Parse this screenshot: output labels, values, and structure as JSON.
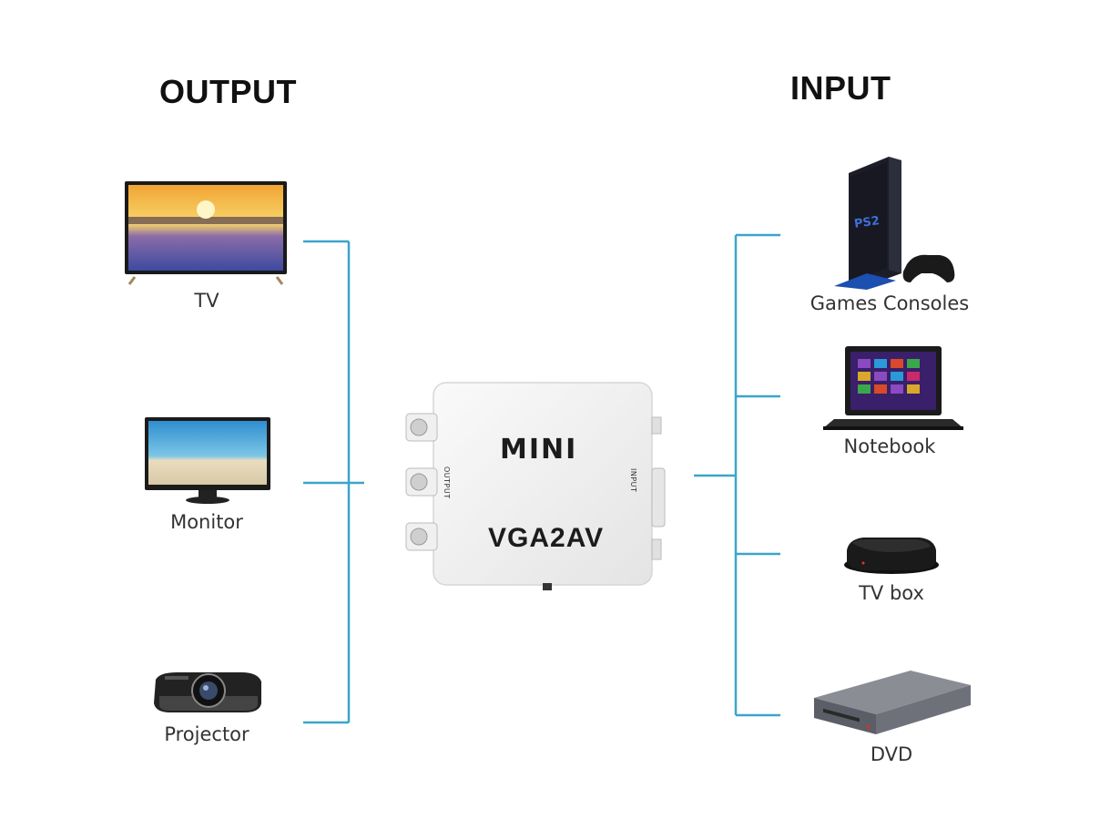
{
  "headings": {
    "output": "OUTPUT",
    "input": "INPUT"
  },
  "output_devices": [
    {
      "label": "TV",
      "icon": "tv-icon"
    },
    {
      "label": "Monitor",
      "icon": "monitor-icon"
    },
    {
      "label": "Projector",
      "icon": "projector-icon"
    }
  ],
  "input_devices": [
    {
      "label": "Games Consoles",
      "icon": "game-console-icon"
    },
    {
      "label": "Notebook",
      "icon": "laptop-icon"
    },
    {
      "label": "TV box",
      "icon": "tv-box-icon"
    },
    {
      "label": "DVD",
      "icon": "dvd-player-icon"
    }
  ],
  "converter": {
    "brand": "MINI",
    "model": "VGA2AV",
    "output_port_label": "OUTPUT",
    "input_port_label": "INPUT"
  },
  "colors": {
    "connector_line": "#3aa6c8",
    "converter_body": "#f2f2f2"
  }
}
